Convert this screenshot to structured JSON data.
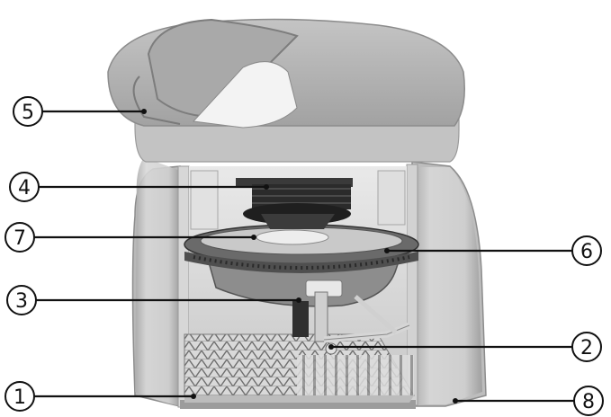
{
  "callouts": [
    {
      "id": "c1",
      "label": "1"
    },
    {
      "id": "c2",
      "label": "2"
    },
    {
      "id": "c3",
      "label": "3"
    },
    {
      "id": "c4",
      "label": "4"
    },
    {
      "id": "c5",
      "label": "5"
    },
    {
      "id": "c6",
      "label": "6"
    },
    {
      "id": "c7",
      "label": "7"
    },
    {
      "id": "c8",
      "label": "8"
    }
  ],
  "colors": {
    "housing": "#c9c9c9",
    "housing_dark": "#9a9a9a",
    "cover": "#b7b7b7",
    "motor": "#2b2b2b",
    "impeller": "#555555",
    "grid": "#7a7a7a",
    "leader": "#111111"
  }
}
